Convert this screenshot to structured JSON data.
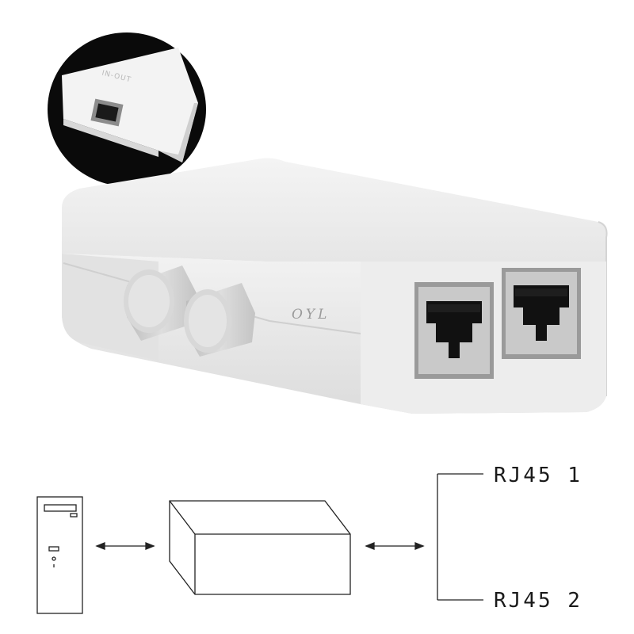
{
  "watermark": "OYL",
  "inset": {
    "port_label": "IN-OUT"
  },
  "diagram": {
    "port_labels": [
      "RJ45 1",
      "RJ45 2"
    ]
  },
  "colors": {
    "device_body": "#ebebeb",
    "buttons": "#cfcfcf",
    "inset_background": "#0a0a0a",
    "line": "#222222"
  }
}
